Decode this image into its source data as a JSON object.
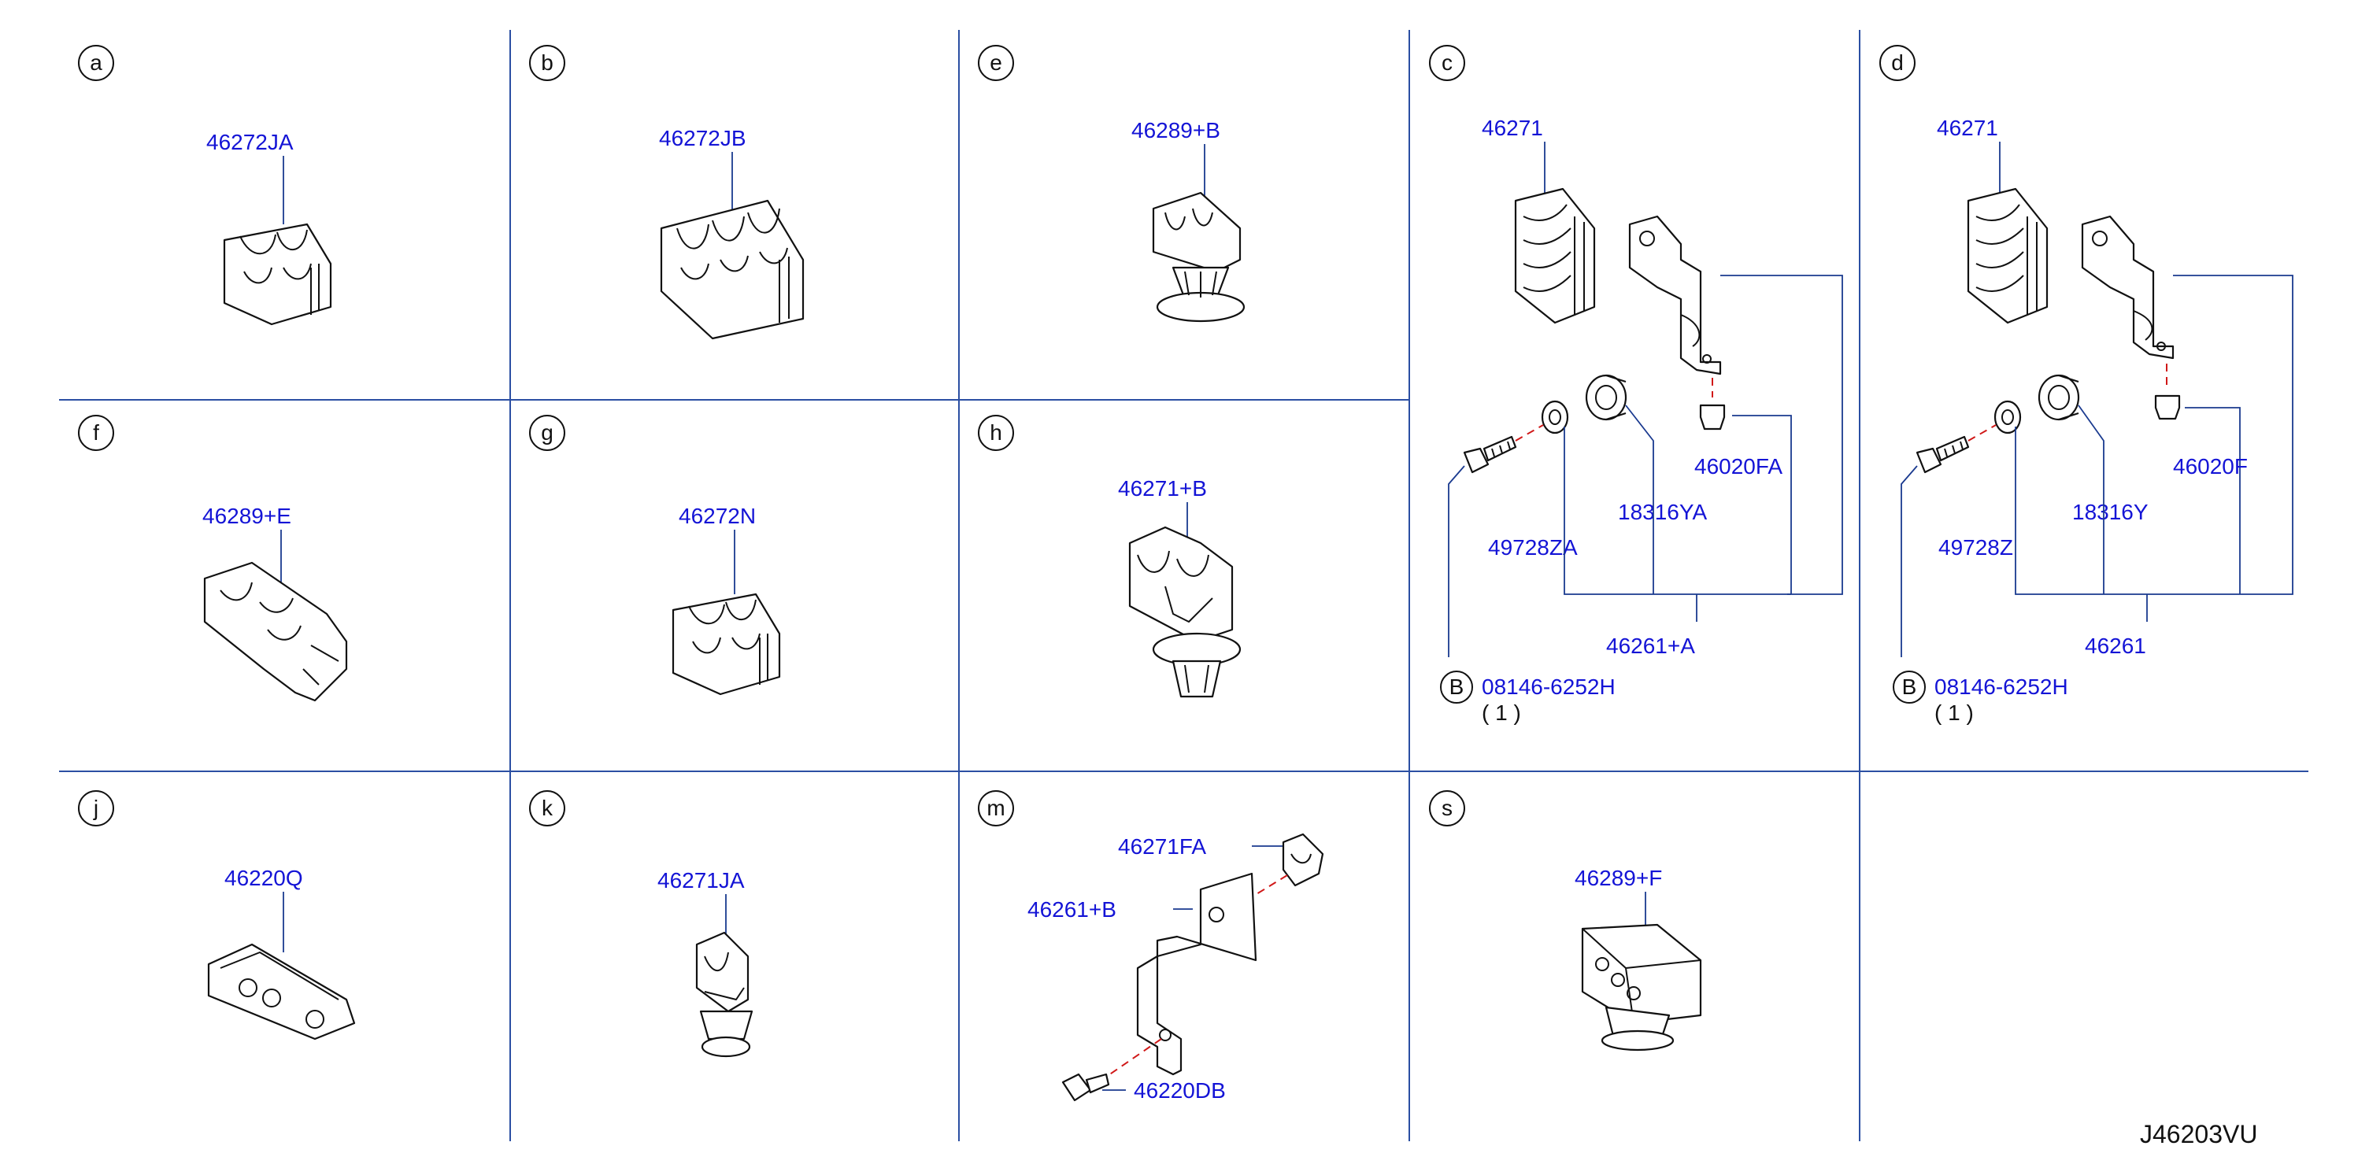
{
  "panels": [
    {
      "letter": "a",
      "parts": [
        "46272JA"
      ]
    },
    {
      "letter": "b",
      "parts": [
        "46272JB"
      ]
    },
    {
      "letter": "e",
      "parts": [
        "46289+B"
      ]
    },
    {
      "letter": "c",
      "parts": [
        "46271",
        "46020FA",
        "18316YA",
        "49728ZA",
        "46261+A",
        "08146-6252H"
      ],
      "ref": "B",
      "qty": "( 1 )"
    },
    {
      "letter": "d",
      "parts": [
        "46271",
        "46020F",
        "18316Y",
        "49728Z",
        "46261",
        "08146-6252H"
      ],
      "ref": "B",
      "qty": "( 1 )"
    },
    {
      "letter": "f",
      "parts": [
        "46289+E"
      ]
    },
    {
      "letter": "g",
      "parts": [
        "46272N"
      ]
    },
    {
      "letter": "h",
      "parts": [
        "46271+B"
      ]
    },
    {
      "letter": "j",
      "parts": [
        "46220Q"
      ]
    },
    {
      "letter": "k",
      "parts": [
        "46271JA"
      ]
    },
    {
      "letter": "m",
      "parts": [
        "46271FA",
        "46261+B",
        "46220DB"
      ]
    },
    {
      "letter": "s",
      "parts": [
        "46289+F"
      ]
    }
  ],
  "diagram_code": "J46203VU"
}
